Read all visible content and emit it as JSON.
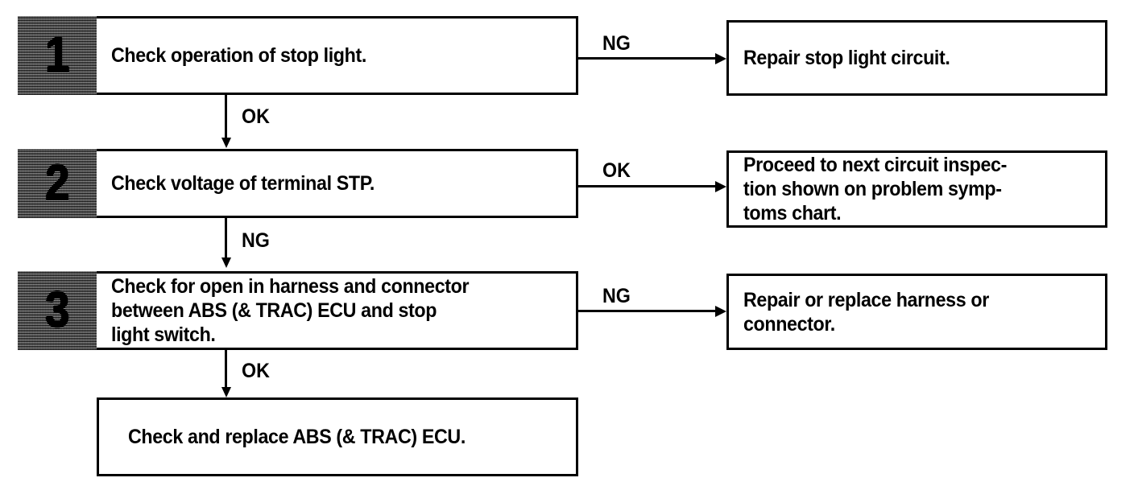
{
  "diagram": {
    "title": "Stop Light Circuit Troubleshooting Flowchart",
    "type": "flowchart",
    "ink_color": "#000000",
    "badge_color": "#4a4a4a",
    "background": "#ffffff"
  },
  "steps": [
    {
      "number": "1",
      "text": "Check operation of stop light.",
      "branch_label": "NG",
      "branch_result": "Repair stop light circuit.",
      "next_label": "OK"
    },
    {
      "number": "2",
      "text": "Check voltage of terminal STP.",
      "branch_label": "OK",
      "branch_result": "Proceed to next circuit inspec-\ntion shown on problem symp-\ntoms chart.",
      "next_label": "NG"
    },
    {
      "number": "3",
      "text": "Check for open in harness and connector\nbetween ABS (& TRAC) ECU and stop\nlight switch.",
      "branch_label": "NG",
      "branch_result": "Repair or replace harness or\nconnector.",
      "next_label": "OK"
    }
  ],
  "final": {
    "text": "Check and replace ABS (& TRAC) ECU."
  }
}
